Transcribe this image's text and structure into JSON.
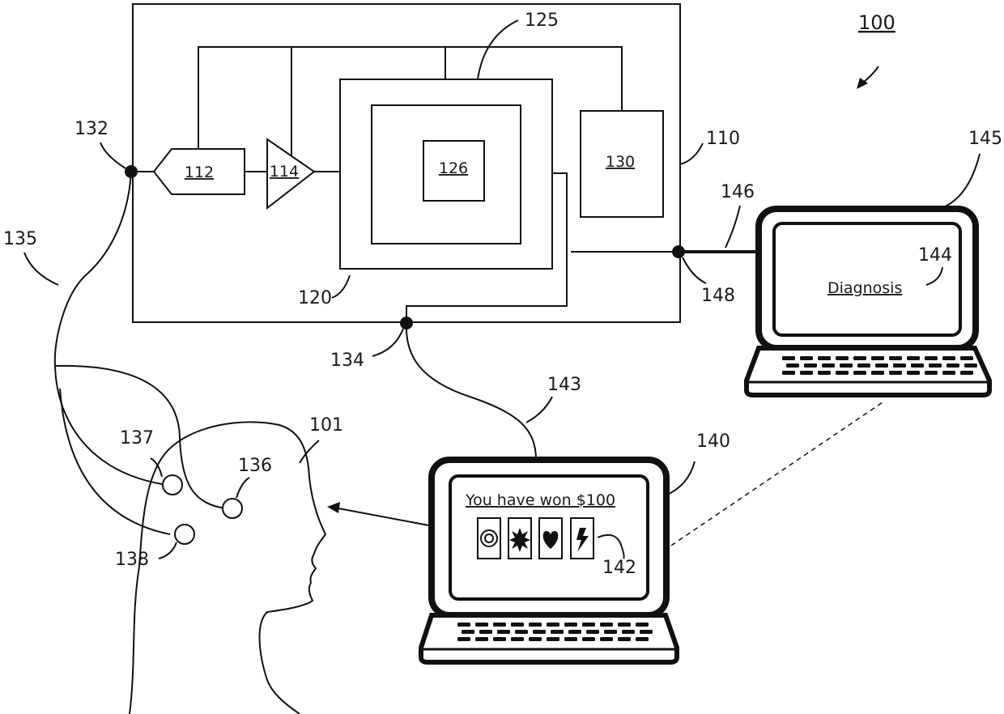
{
  "figure": {
    "ref": "100",
    "blocks": {
      "device_ref": "110",
      "b112": "112",
      "b114": "114",
      "b120_ref": "120",
      "b125_ref": "125",
      "b126": "126",
      "b130": "130"
    },
    "nodes": {
      "n132": "132",
      "n134": "134",
      "n148": "148"
    },
    "wires": {
      "w135": "135",
      "w143": "143",
      "w146": "146"
    },
    "head": {
      "ref": "101",
      "e136": "136",
      "e137": "137",
      "e138": "138"
    },
    "laptop_game": {
      "ref": "140",
      "message": "You have won $100",
      "cards_ref": "142"
    },
    "laptop_diag": {
      "ref": "145",
      "screen_ref": "144",
      "screen_text": "Diagnosis"
    }
  }
}
